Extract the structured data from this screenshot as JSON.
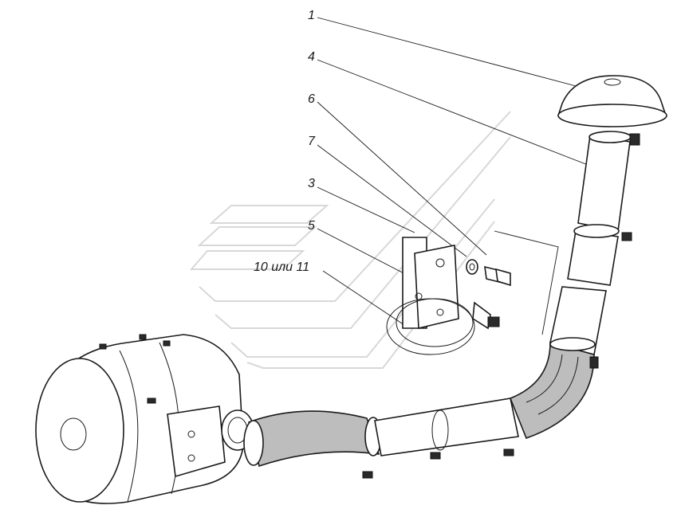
{
  "diagram": {
    "callouts": [
      {
        "id": "c1",
        "label": "1"
      },
      {
        "id": "c4",
        "label": "4"
      },
      {
        "id": "c6",
        "label": "6"
      },
      {
        "id": "c7",
        "label": "7"
      },
      {
        "id": "c3",
        "label": "3"
      },
      {
        "id": "c5",
        "label": "5"
      },
      {
        "id": "c10",
        "label": "10 или 11"
      }
    ]
  }
}
